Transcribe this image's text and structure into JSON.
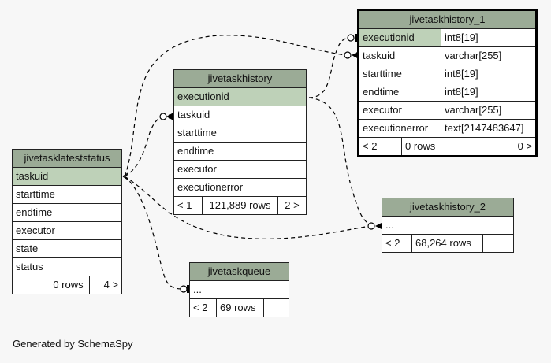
{
  "colors": {
    "header": "#9bab96",
    "key": "#bed1b8",
    "background": "#f7f7f7"
  },
  "tables": {
    "latest": {
      "name": "jivetasklateststatus",
      "columns": [
        "taskuid",
        "starttime",
        "endtime",
        "executor",
        "state",
        "status"
      ],
      "footer": [
        "",
        "0 rows",
        "4 >"
      ]
    },
    "history": {
      "name": "jivetaskhistory",
      "columns": [
        "executionid",
        "taskuid",
        "starttime",
        "endtime",
        "executor",
        "executionerror"
      ],
      "footer": [
        "< 1",
        "121,889 rows",
        "2 >"
      ]
    },
    "history1": {
      "name": "jivetaskhistory_1",
      "columns": [
        {
          "name": "executionid",
          "type": "int8[19]"
        },
        {
          "name": "taskuid",
          "type": "varchar[255]"
        },
        {
          "name": "starttime",
          "type": "int8[19]"
        },
        {
          "name": "endtime",
          "type": "int8[19]"
        },
        {
          "name": "executor",
          "type": "varchar[255]"
        },
        {
          "name": "executionerror",
          "type": "text[2147483647]"
        }
      ],
      "footer": [
        "< 2",
        "0 rows",
        "0 >"
      ]
    },
    "history2": {
      "name": "jivetaskhistory_2",
      "columns": [
        "..."
      ],
      "footer": [
        "< 2",
        "68,264 rows",
        ""
      ]
    },
    "queue": {
      "name": "jivetaskqueue",
      "columns": [
        "..."
      ],
      "footer": [
        "< 2",
        "69 rows",
        ""
      ]
    }
  },
  "footer_text": "Generated by SchemaSpy"
}
